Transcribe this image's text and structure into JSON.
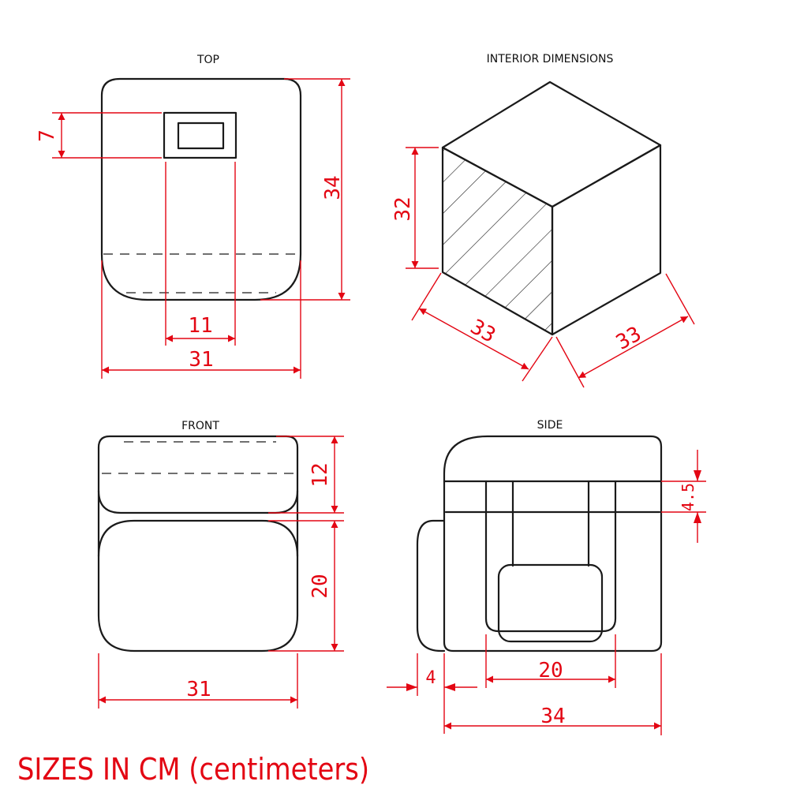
{
  "views": {
    "top": {
      "title": "TOP",
      "dim_height": "7",
      "dim_depth": "34",
      "dim_inner_width": "11",
      "dim_width": "31"
    },
    "interior": {
      "title": "INTERIOR DIMENSIONS",
      "dim_height": "32",
      "dim_width": "33",
      "dim_depth": "33"
    },
    "front": {
      "title": "FRONT",
      "dim_lid": "12",
      "dim_body": "20",
      "dim_width": "31"
    },
    "side": {
      "title": "SIDE",
      "dim_strap": "4.5",
      "dim_pocket": "4",
      "dim_handle": "20",
      "dim_depth": "34"
    }
  },
  "footer": "SIZES IN CM (centimeters)",
  "colors": {
    "dimension": "#e30613",
    "outline": "#1a1a1a",
    "background": "#ffffff"
  }
}
